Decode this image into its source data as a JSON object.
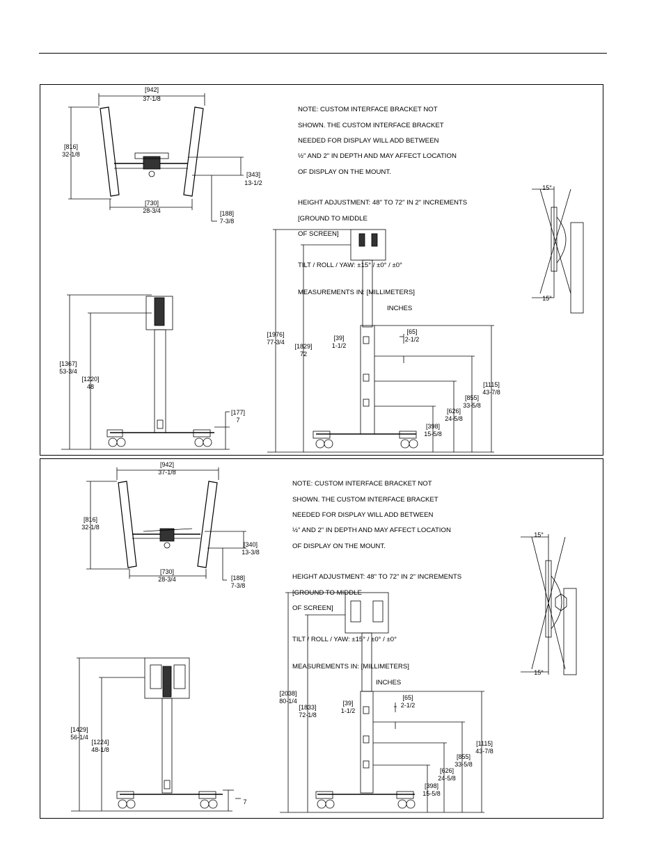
{
  "panel1": {
    "note": {
      "line1": "NOTE:  CUSTOM INTERFACE BRACKET NOT",
      "line2": "SHOWN. THE CUSTOM INTERFACE BRACKET",
      "line3": "NEEDED FOR DISPLAY WILL ADD BETWEEN",
      "line4": "½\" AND 2\" IN DEPTH AND MAY AFFECT LOCATION",
      "line5": "OF DISPLAY ON THE MOUNT.",
      "height1": "HEIGHT ADJUSTMENT: 48\" TO 72\" IN 2\" INCREMENTS",
      "height2": "[GROUND TO MIDDLE",
      "height3": "OF SCREEN]",
      "tilt": "TILT / ROLL / YAW:  ±15° / ±0° / ±0°",
      "meas1": "MEASUREMENTS IN:  [MILLIMETERS]",
      "meas2": "INCHES"
    },
    "dims": {
      "top_width_mm": "[942]",
      "top_width_in": "37-1/8",
      "top_height_mm": "[816]",
      "top_height_in": "32-1/8",
      "inner_height_mm": "[343]",
      "inner_height_in": "13-1/2",
      "base_width_mm": "[730]",
      "base_width_in": "28-3/4",
      "base_depth_mm": "[188]",
      "base_depth_in": "7-3/8",
      "left_total_mm": "[1367]",
      "left_total_in": "53-3/4",
      "left_mid_mm": "[1220]",
      "left_mid_in": "48",
      "left_foot_mm": "[177]",
      "left_foot_in": "7",
      "total_mm": "[1976]",
      "total_in": "77-3/4",
      "mid_mm": "[1829]",
      "mid_in": "72",
      "col_w_mm": "[39]",
      "col_w_in": "1-1/2",
      "inc_mm": "[65]",
      "inc_in": "2-1/2",
      "h1115_mm": "[1115]",
      "h1115_in": "43-7/8",
      "h855_mm": "[855]",
      "h855_in": "33-5/8",
      "h626_mm": "[626]",
      "h626_in": "24-5/8",
      "h398_mm": "[398]",
      "h398_in": "15-5/8",
      "tilt_top": "15°",
      "tilt_bottom": "15°"
    }
  },
  "panel2": {
    "note": {
      "line1": "NOTE:  CUSTOM INTERFACE BRACKET NOT",
      "line2": "SHOWN. THE CUSTOM INTERFACE BRACKET",
      "line3": "NEEDED FOR DISPLAY WILL ADD BETWEEN",
      "line4": "½\" AND 2\" IN DEPTH AND MAY AFFECT LOCATION",
      "line5": "OF DISPLAY ON THE MOUNT.",
      "height1": "HEIGHT ADJUSTMENT: 48\" TO 72\" IN 2\" INCREMENTS",
      "height2": "[GROUND TO MIDDLE",
      "height3": "OF SCREEN]",
      "tilt": "TILT / ROLL / YAW:  ±15° / ±0° / ±0°",
      "meas1": "MEASUREMENTS IN:  [MILLIMETERS]",
      "meas2": "INCHES"
    },
    "dims": {
      "top_width_mm": "[942]",
      "top_width_in": "37-1/8",
      "top_height_mm": "[816]",
      "top_height_in": "32-1/8",
      "inner_height_mm": "[340]",
      "inner_height_in": "13-3/8",
      "base_width_mm": "[730]",
      "base_width_in": "28-3/4",
      "base_depth_mm": "[188]",
      "base_depth_in": "7-3/8",
      "left_total_mm": "[1429]",
      "left_total_in": "56-1/4",
      "left_mid_mm": "[1224]",
      "left_mid_in": "48-1/8",
      "left_foot_in": "7",
      "total_mm": "[2038]",
      "total_in": "80-1/4",
      "mid_mm": "[1833]",
      "mid_in": "72-1/8",
      "col_w_mm": "[39]",
      "col_w_in": "1-1/2",
      "inc_mm": "[65]",
      "inc_in": "2-1/2",
      "h1115_mm": "[1115]",
      "h1115_in": "43-7/8",
      "h855_mm": "[855]",
      "h855_in": "33-5/8",
      "h626_mm": "[626]",
      "h626_in": "24-5/8",
      "h398_mm": "[398]",
      "h398_in": "15-5/8",
      "tilt_top": "15°",
      "tilt_bottom": "15°"
    }
  }
}
